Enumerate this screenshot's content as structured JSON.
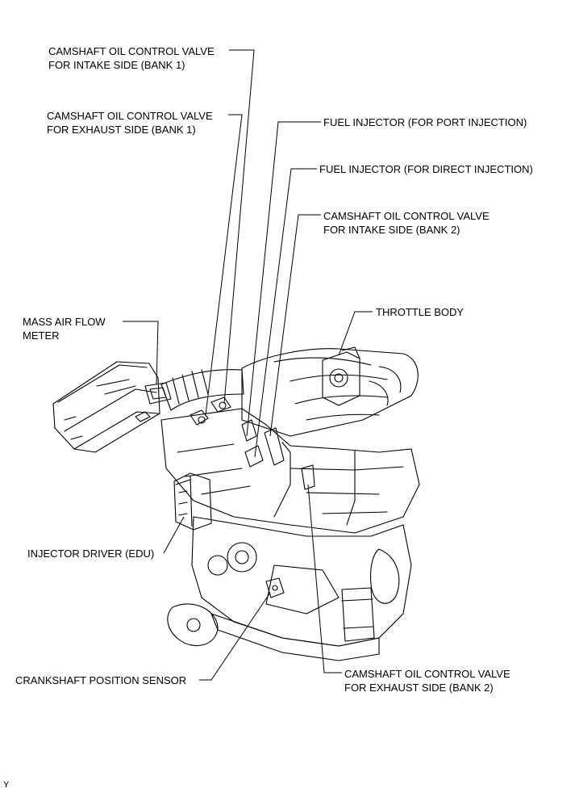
{
  "labels": {
    "cocv_intake_b1": [
      "CAMSHAFT OIL CONTROL VALVE",
      "FOR INTAKE SIDE (BANK 1)"
    ],
    "cocv_exhaust_b1": [
      "CAMSHAFT OIL CONTROL VALVE",
      "FOR EXHAUST SIDE (BANK 1)"
    ],
    "fuel_injector_port": "FUEL INJECTOR (FOR PORT INJECTION)",
    "fuel_injector_direct": "FUEL INJECTOR (FOR DIRECT INJECTION)",
    "cocv_intake_b2": [
      "CAMSHAFT OIL CONTROL VALVE",
      "FOR INTAKE SIDE (BANK 2)"
    ],
    "throttle_body": "THROTTLE BODY",
    "mass_air_flow": [
      "MASS AIR FLOW",
      "METER"
    ],
    "injector_driver": "INJECTOR DRIVER (EDU)",
    "crankshaft_sensor": "CRANKSHAFT POSITION SENSOR",
    "cocv_exhaust_b2": [
      "CAMSHAFT OIL CONTROL VALVE",
      "FOR EXHAUST SIDE (BANK 2)"
    ]
  },
  "corner_mark": "Y",
  "colors": {
    "line": "#000000",
    "background": "#ffffff"
  }
}
